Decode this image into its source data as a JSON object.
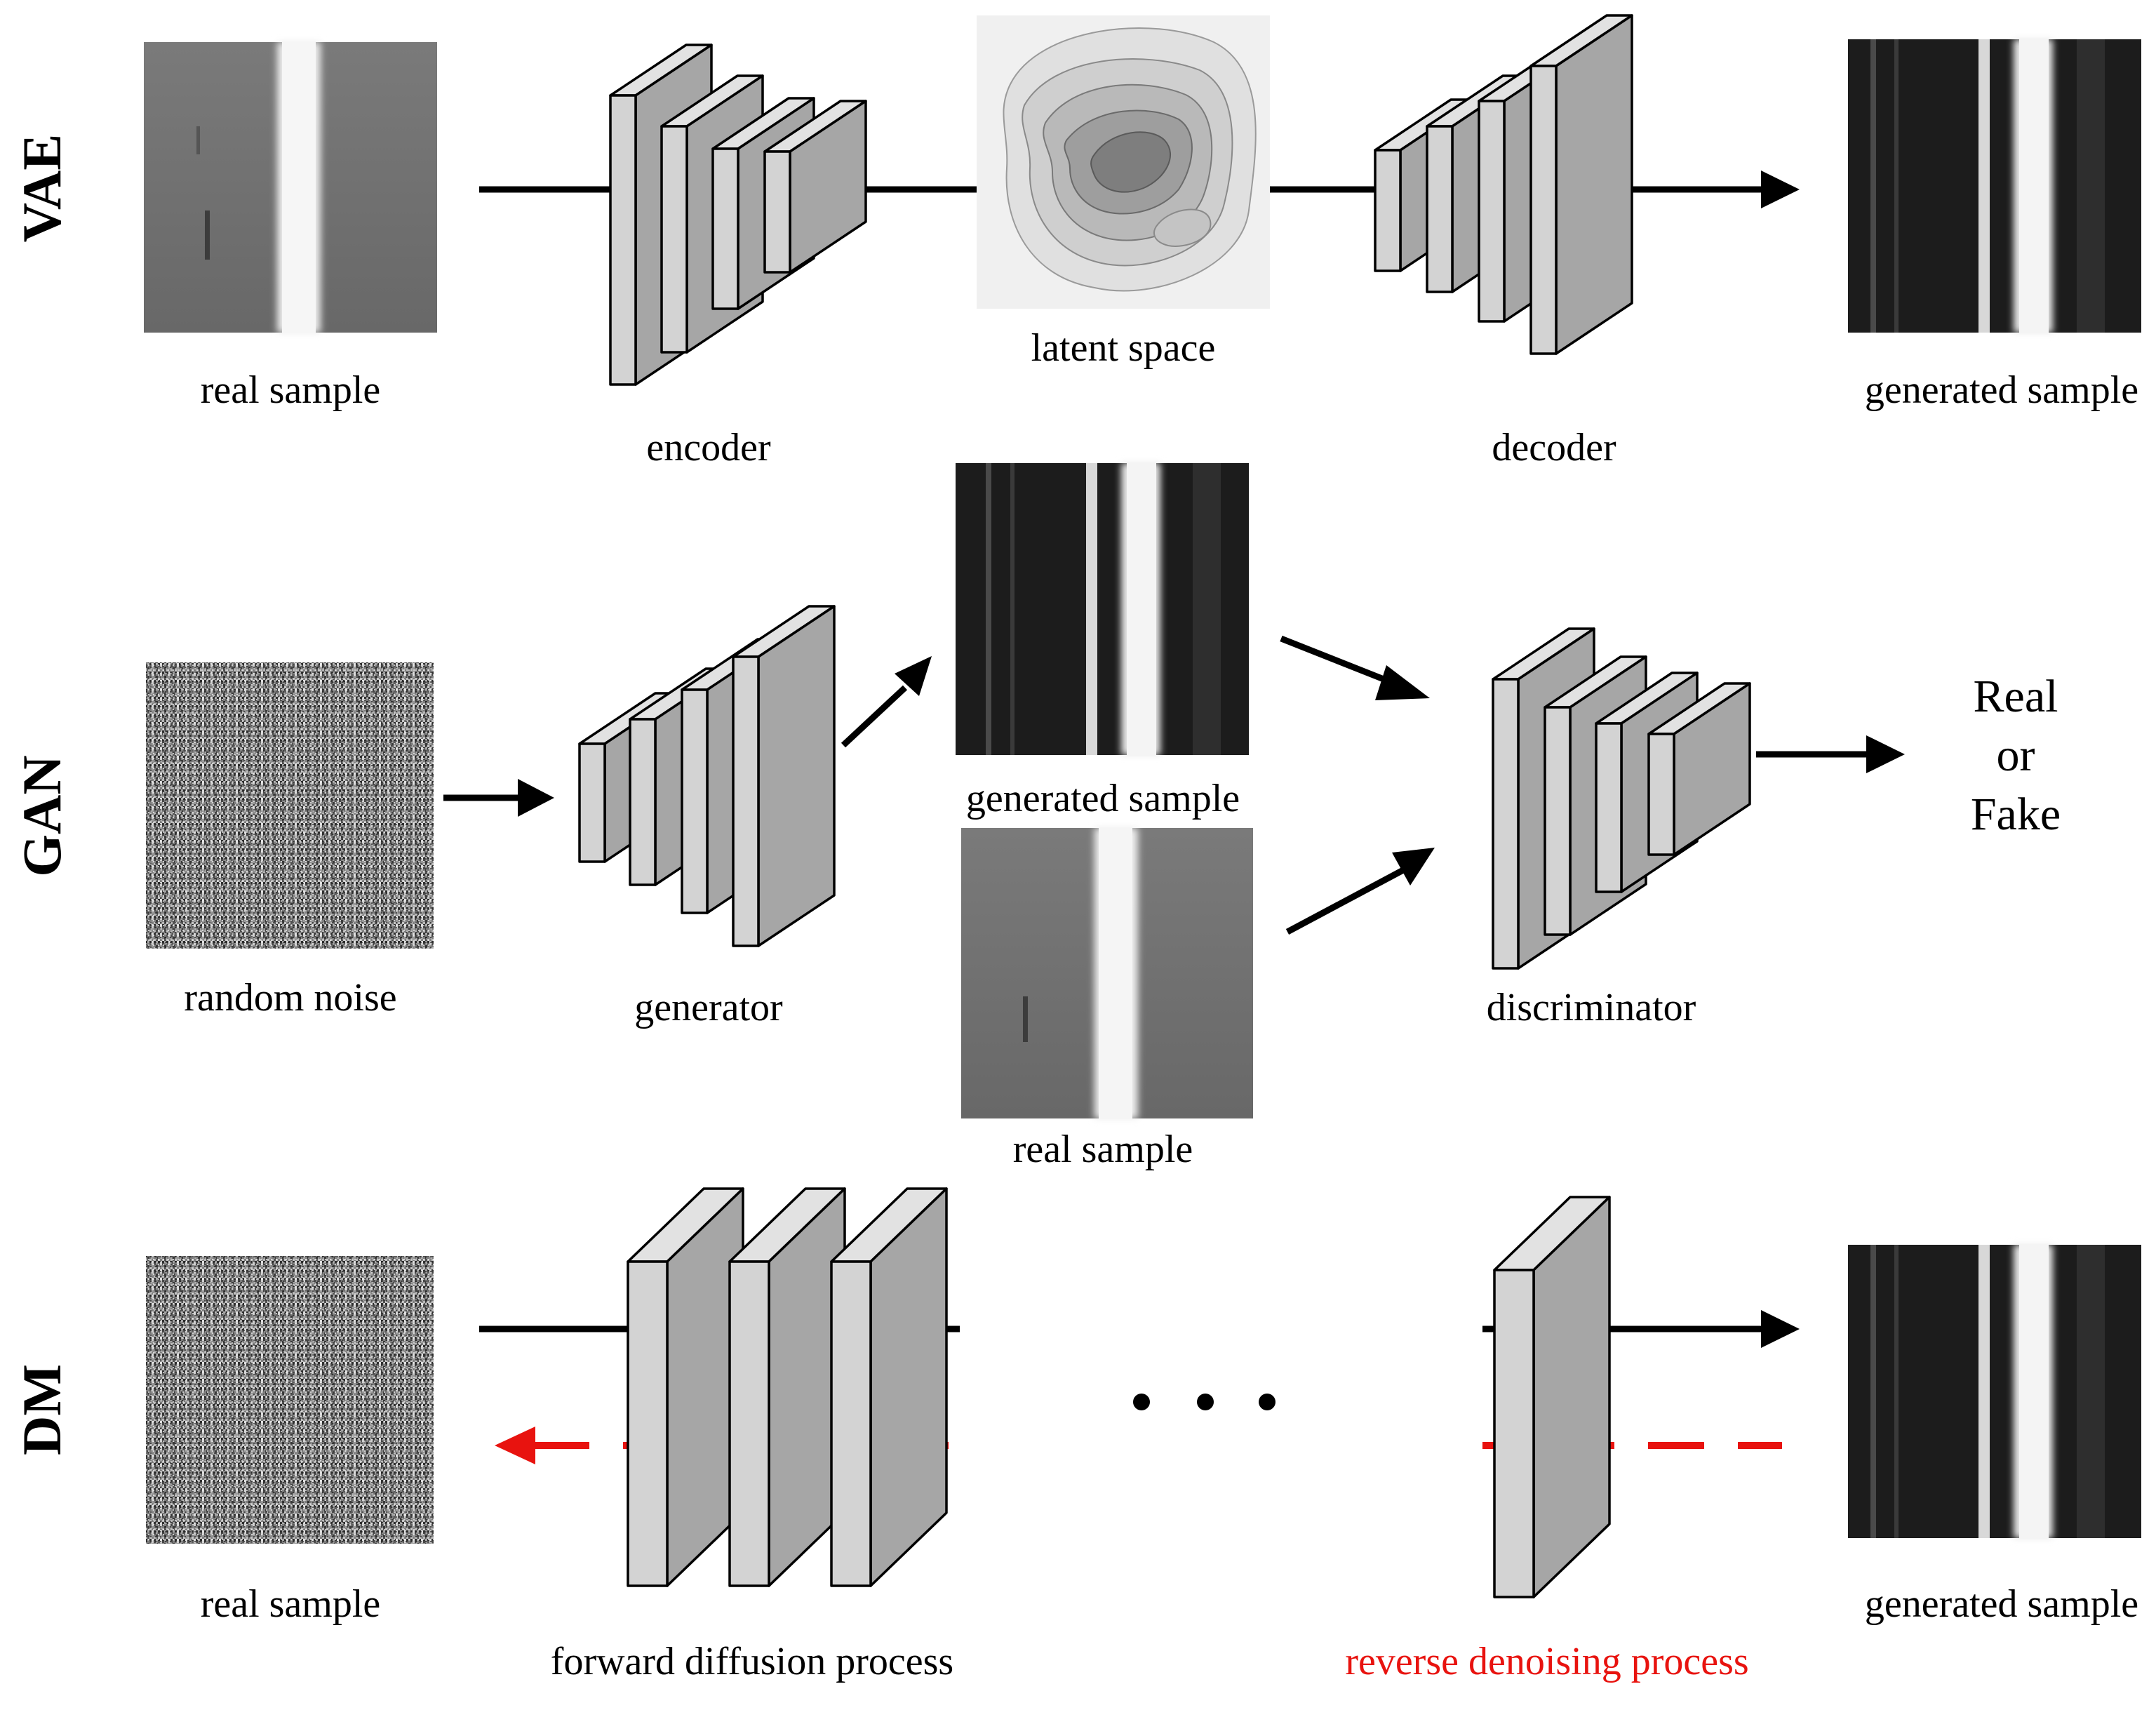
{
  "colors": {
    "background": "#ffffff",
    "stroke": "#000000",
    "block_front": "#d3d3d3",
    "block_side": "#a6a6a6",
    "reverse": "#e8130f"
  },
  "vae": {
    "title": "VAE",
    "input_label": "real sample",
    "encoder_label": "encoder",
    "latent_label": "latent space",
    "decoder_label": "decoder",
    "output_label": "generated sample"
  },
  "gan": {
    "title": "GAN",
    "input_label": "random noise",
    "generator_label": "generator",
    "generated_label": "generated sample",
    "real_label": "real sample",
    "discriminator_label": "discriminator",
    "verdict_line1": "Real",
    "verdict_line2": "or",
    "verdict_line3": "Fake"
  },
  "dm": {
    "title": "DM",
    "input_label": "real sample",
    "forward_label": "forward diffusion process",
    "reverse_label": "reverse denoising process",
    "output_label": "generated sample"
  }
}
